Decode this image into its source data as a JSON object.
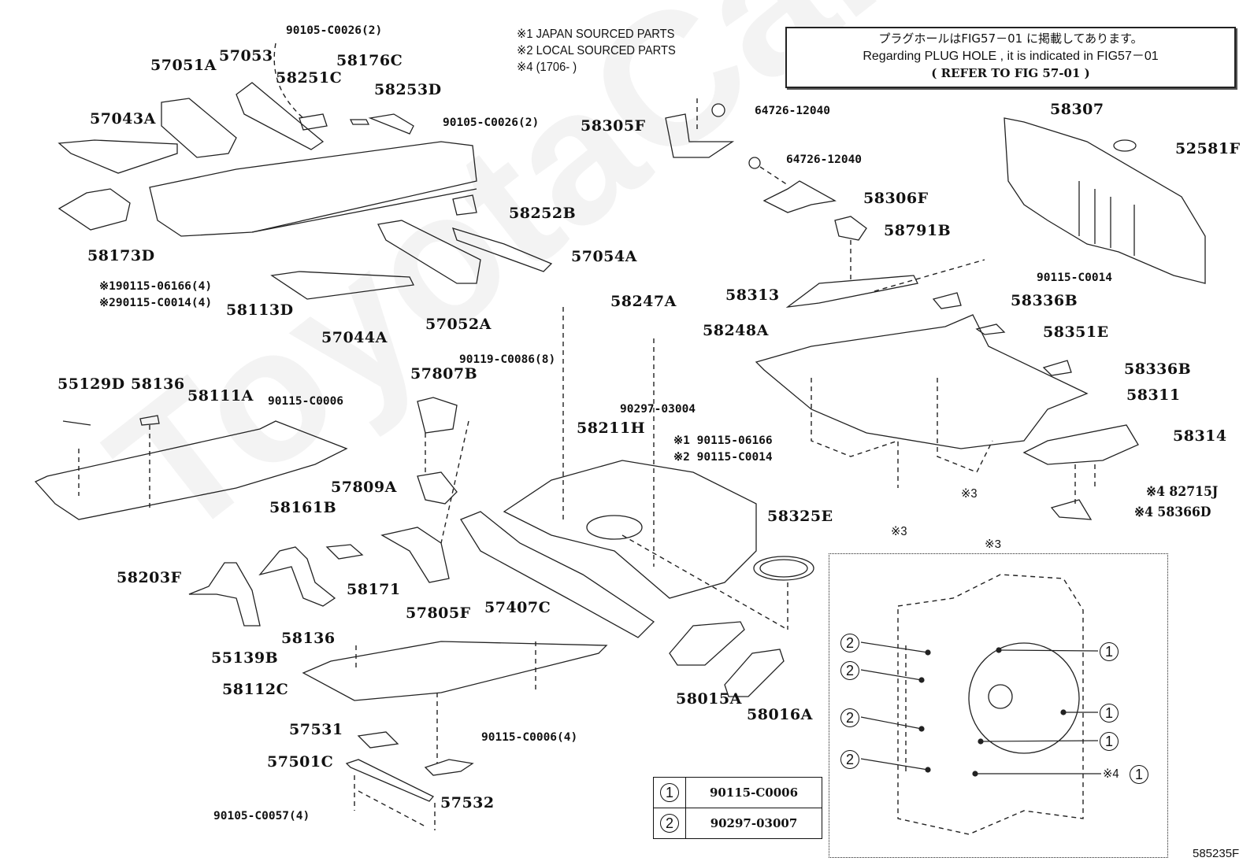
{
  "figure": {
    "figure_id": "585235F",
    "notes": [
      "※1 JAPAN SOURCED PARTS",
      "※2 LOCAL SOURCED PARTS",
      "※4 (1706-      )"
    ],
    "reference_box": {
      "japanese": "プラグホールはFIG57－01 に掲載してあります。",
      "english": "Regarding PLUG HOLE , it is indicated in FIG57－01",
      "refer": "( REFER TO FIG 57-01 )"
    },
    "watermark": "ToyotaCarMirror"
  },
  "parts": {
    "p90105_C0026_top": "90105-C0026(2)",
    "p57051A": "57051A",
    "p57053": "57053",
    "p58176C": "58176C",
    "p58251C": "58251C",
    "p58253D": "58253D",
    "p57043A": "57043A",
    "p90105_C0026_mid": "90105-C0026(2)",
    "p58173D": "58173D",
    "p58252B": "58252B",
    "p57054A": "57054A",
    "p90115_06166_4": "※190115-06166(4)",
    "p90115_C0014_4": "※290115-C0014(4)",
    "p58113D": "58113D",
    "p57052A": "57052A",
    "p57044A": "57044A",
    "p58305F": "58305F",
    "p64726_12040_a": "64726-12040",
    "p64726_12040_b": "64726-12040",
    "p58306F": "58306F",
    "p58791B": "58791B",
    "p58307": "58307",
    "p52581F": "52581F",
    "p90115_C0014": "90115-C0014",
    "p58313": "58313",
    "p58336B_a": "58336B",
    "p58247A": "58247A",
    "p58248A": "58248A",
    "p58351E": "58351E",
    "p58336B_b": "58336B",
    "p58311": "58311",
    "p58314": "58314",
    "p82715J": "※4 82715J",
    "p58366D": "※4 58366D",
    "p_note3_a": "※3",
    "p_note3_b": "※3",
    "p55129D": "55129D",
    "p58136_a": "58136",
    "p58111A": "58111A",
    "p90115_C0006": "90115-C0006",
    "p90119_C0086": "90119-C0086(8)",
    "p57807B": "57807B",
    "p57809A": "57809A",
    "p90297_03004": "90297-03004",
    "p58211H": "58211H",
    "p90115_06166": "※1 90115-06166",
    "p90115_C0014_b": "※2 90115-C0014",
    "p58325E": "58325E",
    "p58161B": "58161B",
    "p58203F": "58203F",
    "p58171": "58171",
    "p57805F": "57805F",
    "p57407C": "57407C",
    "p58136_b": "58136",
    "p55139B": "55139B",
    "p58112C": "58112C",
    "p58015A": "58015A",
    "p58016A": "58016A",
    "p57531": "57531",
    "p57501C": "57501C",
    "p90115_C0006_4": "90115-C0006(4)",
    "p57532": "57532",
    "p90105_C0057": "90105-C0057(4)"
  },
  "legend_table": {
    "rows": [
      {
        "symbol": "1",
        "part": "90115-C0006"
      },
      {
        "symbol": "2",
        "part": "90297-03007"
      }
    ]
  },
  "inset": {
    "title": "※3",
    "callouts_left": [
      "2",
      "2",
      "2",
      "2"
    ],
    "callouts_right": [
      "1",
      "1",
      "1"
    ],
    "callout_note": "※4",
    "callout_note_symbol": "1"
  }
}
